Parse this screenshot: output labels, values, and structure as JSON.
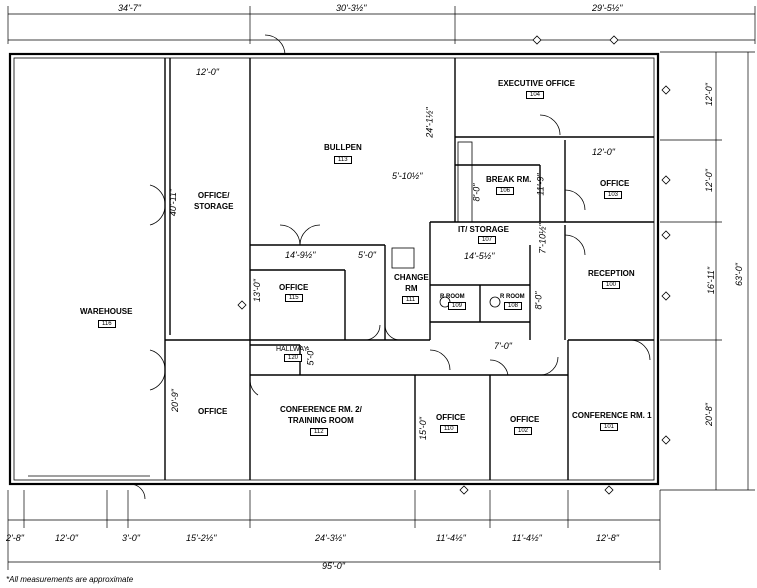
{
  "rooms": {
    "warehouse": {
      "name": "WAREHOUSE",
      "num": "116"
    },
    "office_storage": {
      "name": "OFFICE/\nSTORAGE"
    },
    "bullpen": {
      "name": "BULLPEN",
      "num": "113"
    },
    "executive": {
      "name": "EXECUTIVE OFFICE",
      "num": "104"
    },
    "office_103": {
      "name": "OFFICE",
      "num": "103"
    },
    "break": {
      "name": "BREAK RM.",
      "num": "106"
    },
    "it_storage": {
      "name": "IT/ STORAGE",
      "num": "107"
    },
    "reception": {
      "name": "RECEPTION",
      "num": "100"
    },
    "office_115": {
      "name": "OFFICE",
      "num": "115"
    },
    "change": {
      "name": "CHANGE\nRM",
      "num": "111"
    },
    "r_room_109": {
      "name": "R ROOM",
      "num": "109"
    },
    "r_room_108": {
      "name": "R ROOM",
      "num": "108"
    },
    "hallway": {
      "name": "HALLWAY",
      "num": "120"
    },
    "office_left": {
      "name": "OFFICE"
    },
    "conf2": {
      "name": "CONFERENCE RM. 2/\nTRAINING ROOM",
      "num": "112"
    },
    "office_110": {
      "name": "OFFICE",
      "num": "110"
    },
    "office_102": {
      "name": "OFFICE",
      "num": "102"
    },
    "conf1": {
      "name": "CONFERENCE RM. 1",
      "num": "101"
    }
  },
  "dims": {
    "top": [
      "34'-7\"",
      "30'-3½\"",
      "29'-5½\""
    ],
    "bottom": [
      "2'-8\"",
      "12'-0\"",
      "3'-0\"",
      "15'-2½\"",
      "24'-3½\"",
      "11'-4½\"",
      "11'-4½\"",
      "12'-8\""
    ],
    "overall": "95'-0\"",
    "right": [
      "12'-0\"",
      "12'-0\"",
      "16'-11\"",
      "20'-8\""
    ],
    "right_total": "63'-0\"",
    "interior": {
      "d12_0_a": "12'-0\"",
      "d12_0_b": "12'-0\"",
      "d14_9": "14'-9½\"",
      "d5_0": "5'-0\"",
      "d5_10": "5'-10½\"",
      "d14_5": "14'-5½\"",
      "d7_0": "7'-0\"",
      "d40_11": "40'-11\"",
      "d24_1": "24'-1½\"",
      "d11_9": "11'-9\"",
      "d8_0_a": "8'-0\"",
      "d7_10": "7'-10½\"",
      "d8_0_b": "8'-0\"",
      "d13_0": "13'-0\"",
      "d5_0_v": "5'-0\"",
      "d20_9": "20'-9\"",
      "d15_0": "15'-0\""
    }
  },
  "note": "*All measurements are approximate"
}
